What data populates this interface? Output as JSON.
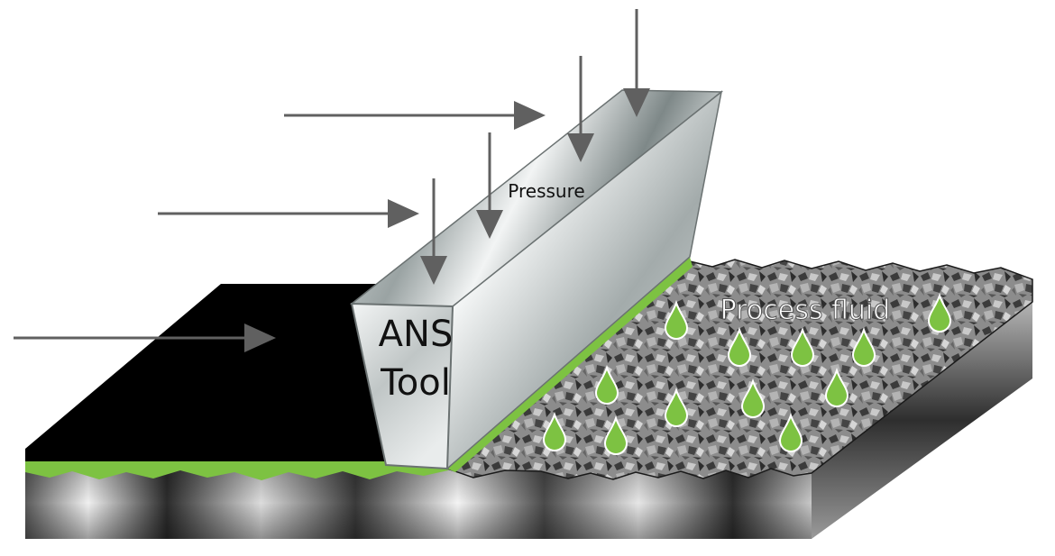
{
  "labels": {
    "pressure": "Pressure",
    "process_fluid": "Process fluid",
    "tool_line1": "ANS",
    "tool_line2": "Tool"
  },
  "colors": {
    "finished_surface": "#000000",
    "fluid_green": "#7dc242",
    "arrow_gray": "#606060",
    "rough_surface": "#8a8a8a",
    "tool_steel": "#cfd4d4"
  }
}
